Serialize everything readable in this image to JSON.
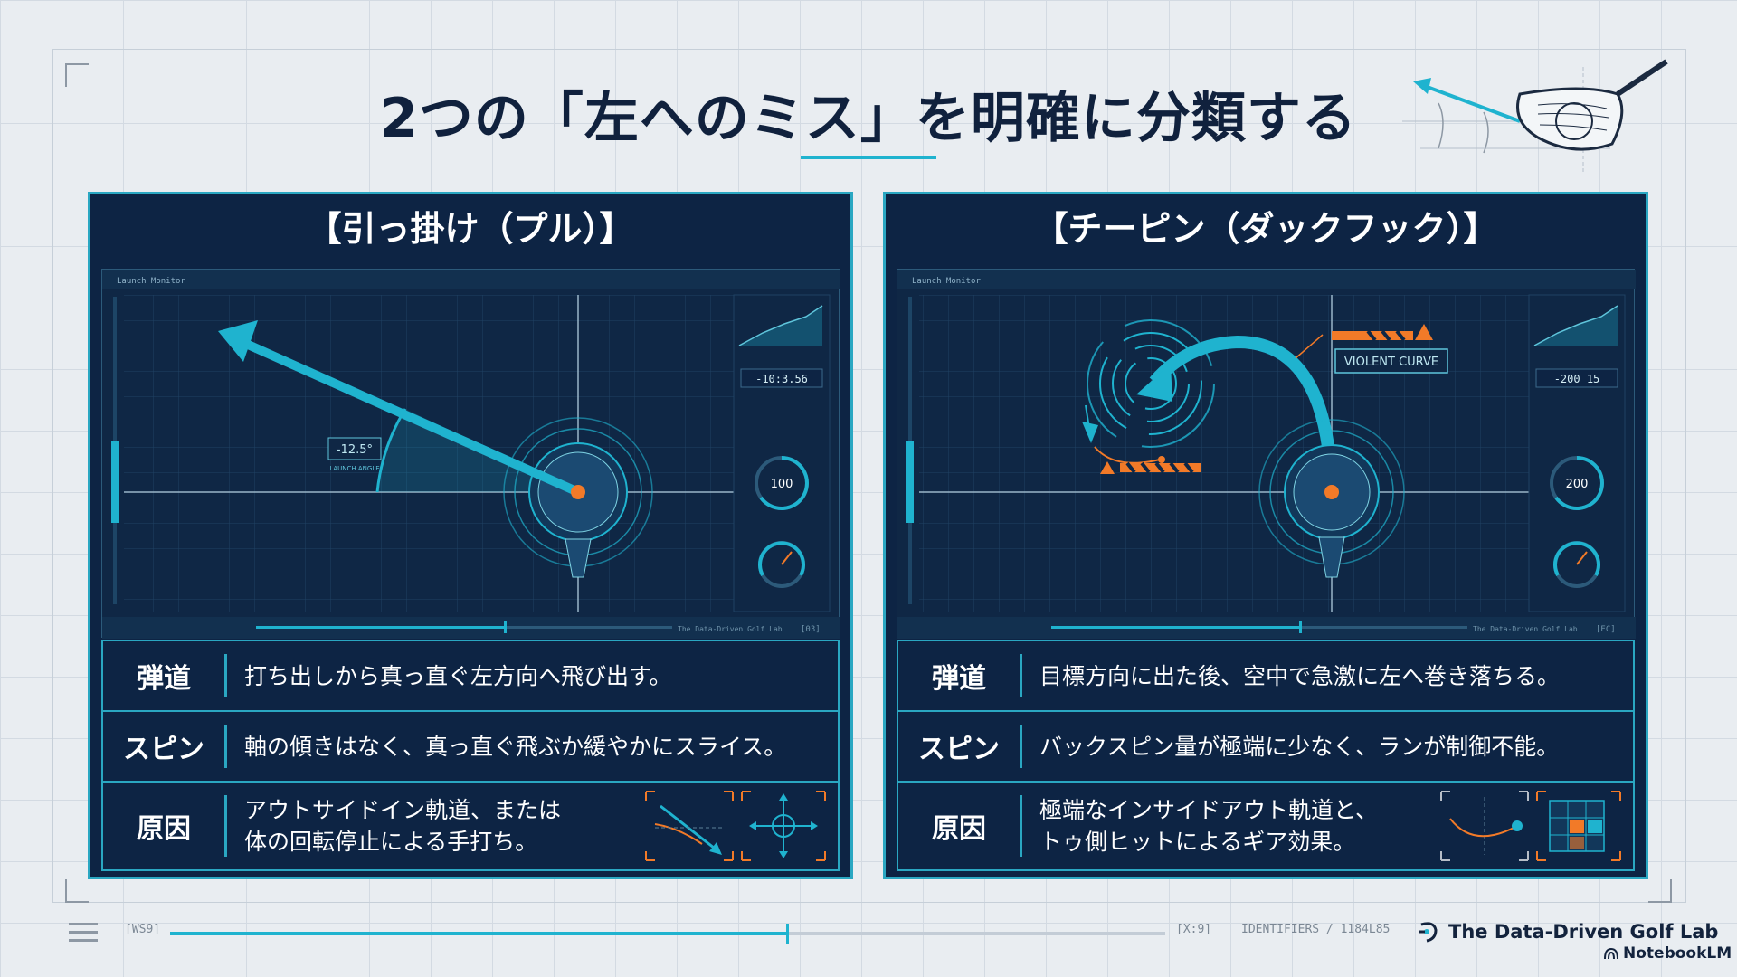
{
  "title": "2つの「左へのミス」を明確に分類する",
  "panels": [
    {
      "title": "【引っ掛け（プル）】",
      "sim": {
        "header": "Launch Monitor",
        "readout": "-10:3.56",
        "angle": "-12.5°",
        "angle_label": "LAUNCH ANGLE",
        "gauge_1": "100",
        "footer_brand": "The Data-Driven Golf Lab",
        "footer_code": "[03]"
      },
      "rows": [
        {
          "label": "弾道",
          "text": "打ち出しから真っ直ぐ左方向へ飛び出す。"
        },
        {
          "label": "スピン",
          "text": "軸の傾きはなく、真っ直ぐ飛ぶか緩やかにスライス。"
        },
        {
          "label": "原因",
          "text_1": "アウトサイドイン軌道、または",
          "text_2": "体の回転停止による手打ち。"
        }
      ]
    },
    {
      "title": "【チーピン（ダックフック）】",
      "sim": {
        "header": "Launch Monitor",
        "readout": "-200 15",
        "callout": "VIOLENT CURVE",
        "gauge_1": "200",
        "footer_brand": "The Data-Driven Golf Lab",
        "footer_code": "[EC]"
      },
      "rows": [
        {
          "label": "弾道",
          "text": "目標方向に出た後、空中で急激に左へ巻き落ちる。"
        },
        {
          "label": "スピン",
          "text": "バックスピン量が極端に少なく、ランが制御不能。"
        },
        {
          "label": "原因",
          "text_1": "極端なインサイドアウト軌道と、",
          "text_2": "トゥ側ヒットによるギア効果。"
        }
      ]
    }
  ],
  "footer": {
    "tag_left": "[WS9]",
    "tag_mid": "[X:9]",
    "tag_right": "IDENTIFIERS / 1184L85",
    "progress": 0.62,
    "brand": "The Data-Driven Golf Lab",
    "brand_sub": "NotebookLM"
  },
  "colors": {
    "navy": "#0d2444",
    "cyan": "#1fb3cf",
    "orange": "#f27a28",
    "white": "#ffffff"
  }
}
